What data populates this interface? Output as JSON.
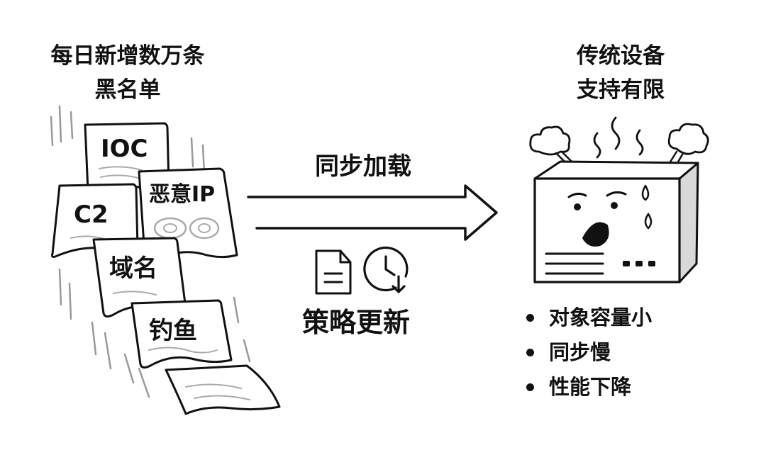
{
  "left_title": {
    "line1": "每日新增数万条",
    "line2": "黑名单"
  },
  "right_title": {
    "line1": "传统设备",
    "line2": "支持有限"
  },
  "notes": [
    {
      "label": "IOC"
    },
    {
      "label": "恶意IP"
    },
    {
      "label": "C2"
    },
    {
      "label": "域名"
    },
    {
      "label": "钓鱼"
    }
  ],
  "arrow_label": "同步加载",
  "policy_label": "策略更新",
  "icons": [
    "document-icon",
    "clock-download-icon",
    "stressed-device-icon",
    "steam-cloud-icon"
  ],
  "issues": [
    "对象容量小",
    "同步慢",
    "性能下降"
  ],
  "colors": {
    "ink": "#111111",
    "paper": "#ffffff",
    "shade": "#d9d9d9"
  }
}
